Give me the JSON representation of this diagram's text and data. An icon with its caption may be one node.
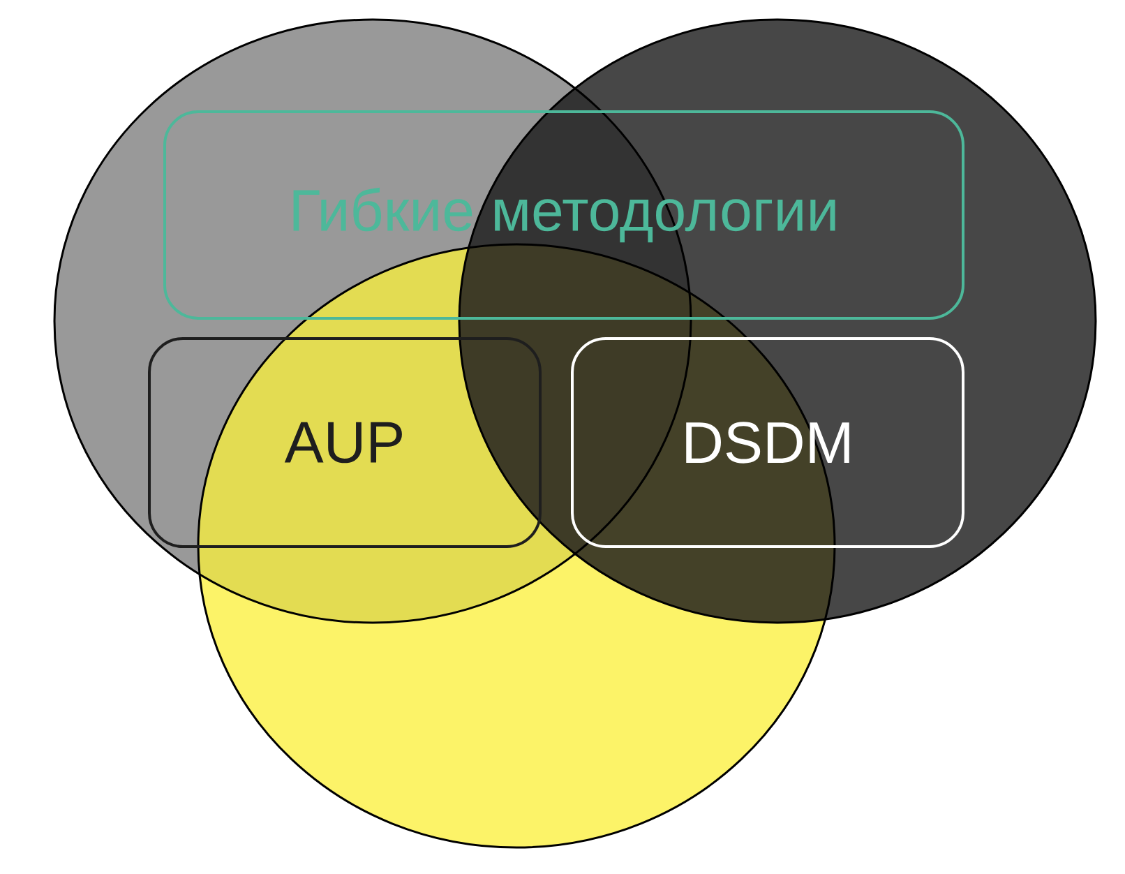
{
  "diagram": {
    "nodes": [
      {
        "text": [
          "Гибкие методологии"
        ]
      },
      {
        "text": [
          "AUP"
        ]
      },
      {
        "text": [
          "DSDM"
        ]
      }
    ]
  }
}
